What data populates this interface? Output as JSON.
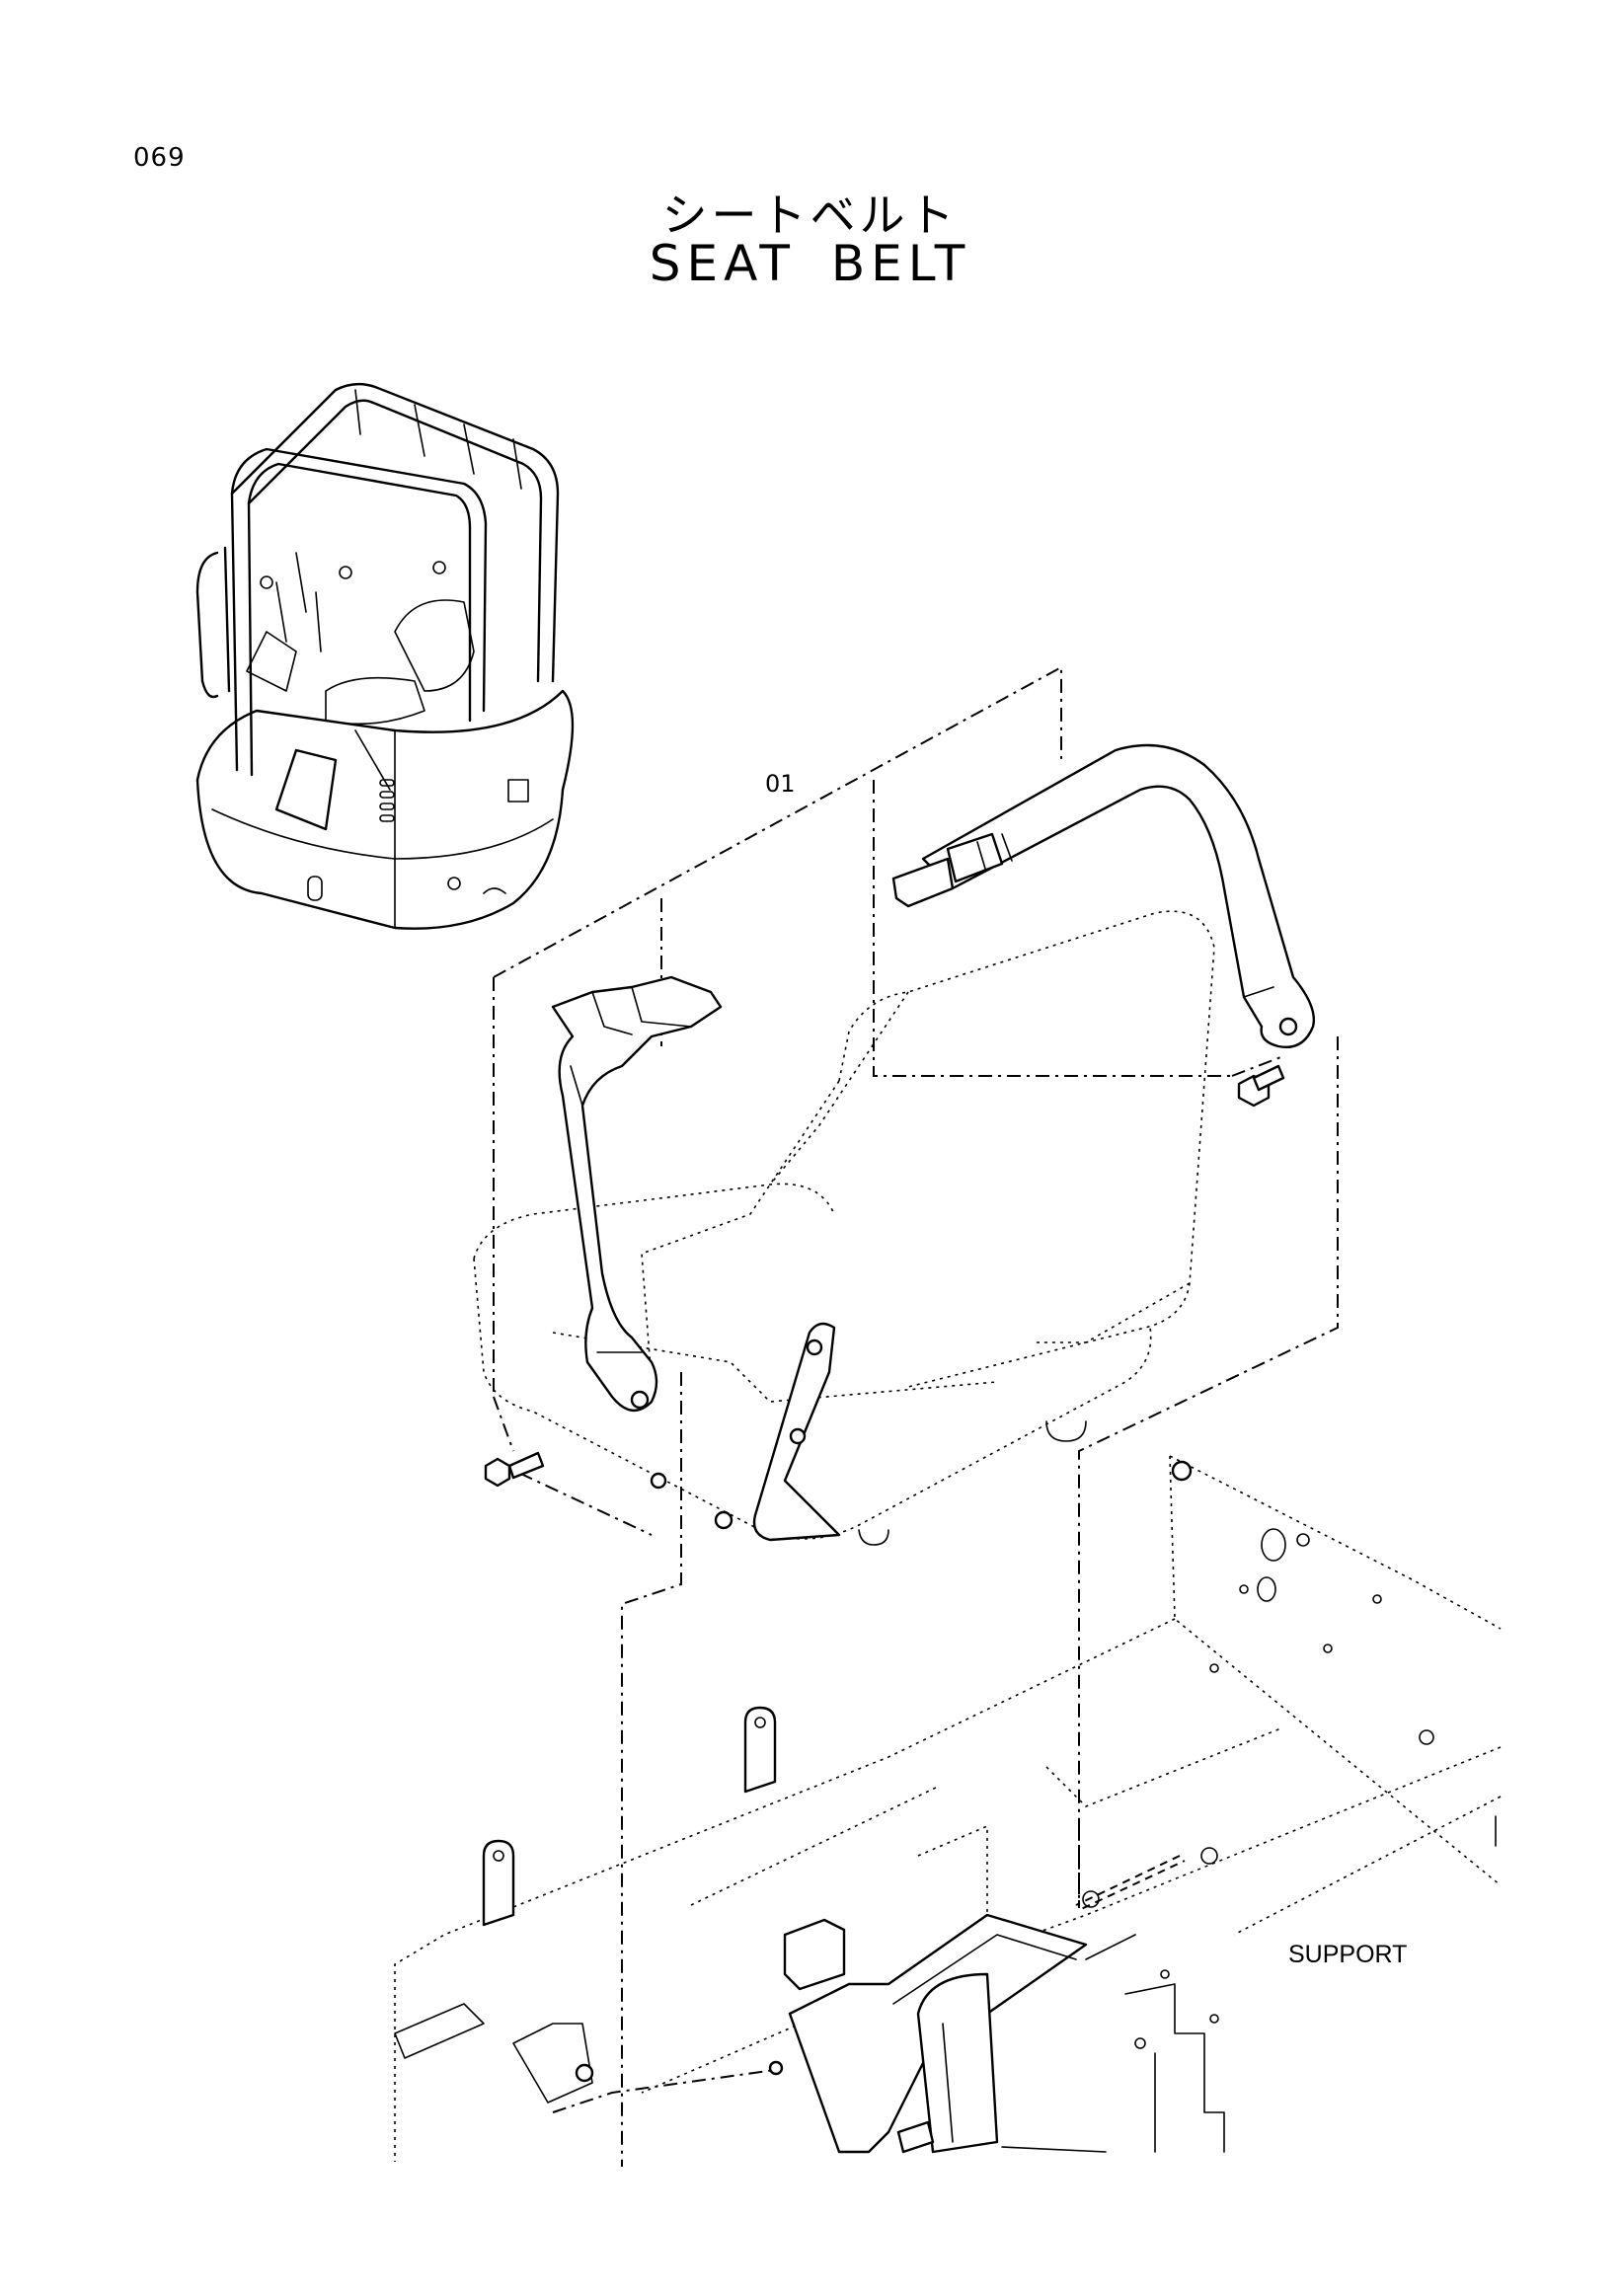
{
  "page": {
    "number": "069"
  },
  "title": {
    "japanese": "シートベルト",
    "english": "SEAT  BELT"
  },
  "callouts": [
    {
      "label": "01"
    }
  ],
  "labels": {
    "support": "SUPPORT"
  }
}
